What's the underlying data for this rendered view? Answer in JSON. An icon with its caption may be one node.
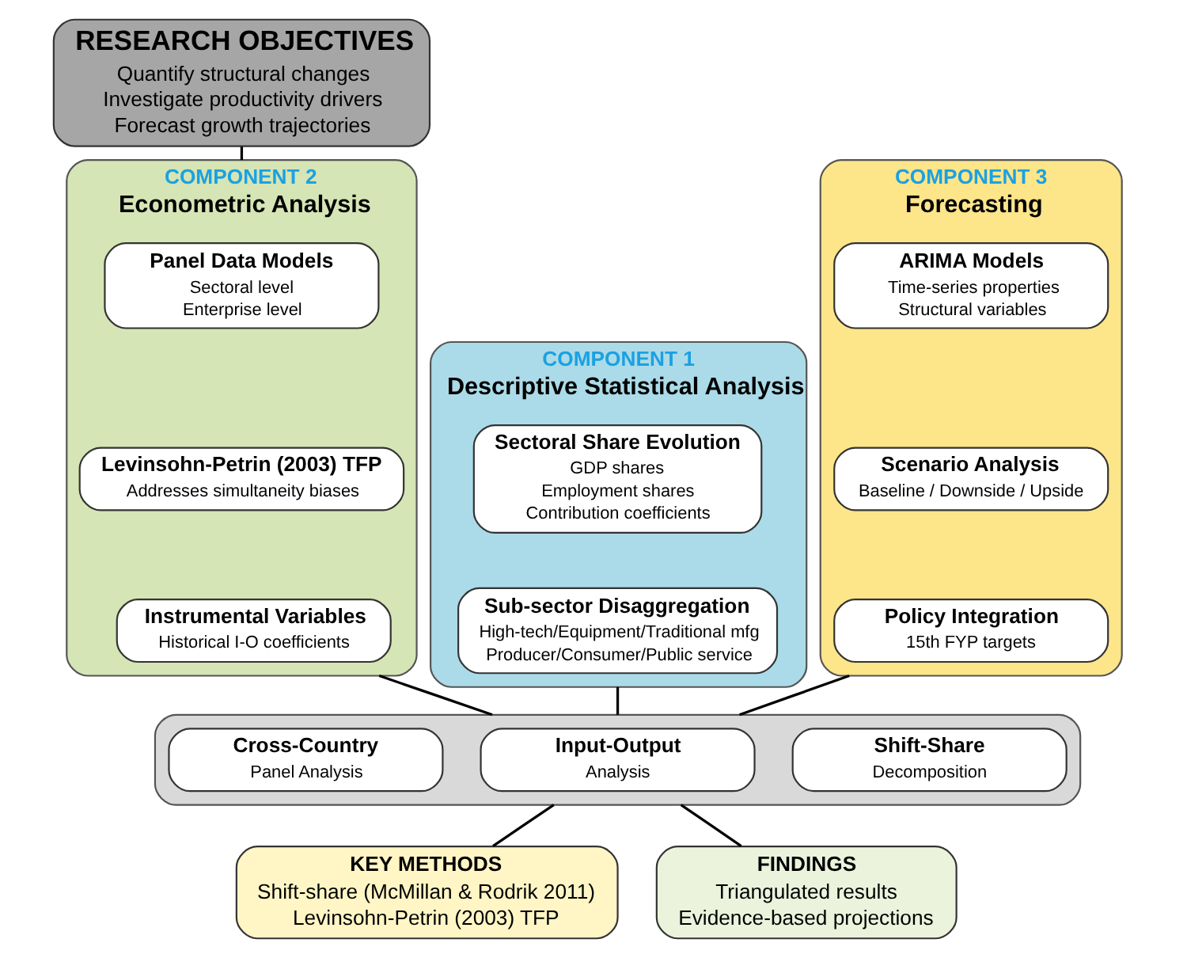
{
  "diagram": {
    "nodes": [
      {
        "text": [
          "RESEARCH OBJECTIVES",
          "Quantify structural changes",
          "Investigate productivity drivers",
          "Forecast growth trajectories"
        ]
      },
      {
        "text": [
          "COMPONENT 1",
          "Descriptive Statistical Analysis"
        ]
      },
      {
        "text": [
          "Sectoral Share Evolution",
          "GDP shares",
          "Employment shares",
          "Contribution coefficients"
        ],
        "in": 1
      },
      {
        "text": [
          "Sub-sector Disaggregation",
          "High-tech/Equipment/Traditional mfg",
          "Producer/Consumer/Public service"
        ],
        "in": 1
      },
      {
        "text": [
          "COMPONENT 2",
          "Econometric Analysis"
        ]
      },
      {
        "text": [
          "Panel Data Models",
          "Sectoral level",
          "Enterprise level"
        ],
        "in": 4
      },
      {
        "text": [
          "Levinsohn-Petrin (2003) TFP",
          "Addresses simultaneity biases"
        ],
        "in": 4
      },
      {
        "text": [
          "Instrumental Variables",
          "Historical I-O coefficients"
        ],
        "in": 4
      },
      {
        "text": [
          "COMPONENT 3",
          "Forecasting"
        ]
      },
      {
        "text": [
          "ARIMA Models",
          "Time-series properties",
          "Structural variables"
        ],
        "in": 8
      },
      {
        "text": [
          "Scenario Analysis",
          "Baseline / Downside / Upside"
        ],
        "in": 8
      },
      {
        "text": [
          "Policy Integration",
          "15th FYP targets"
        ],
        "in": 8
      },
      {
        "text": [],
        "shape": "box"
      },
      {
        "text": [
          "Shift-Share",
          "Decomposition"
        ],
        "in": 12
      },
      {
        "text": [
          "Input-Output",
          "Analysis"
        ],
        "in": 12
      },
      {
        "text": [
          "Cross-Country",
          "Panel Analysis"
        ],
        "in": 12
      },
      {
        "text": [
          "KEY METHODS",
          "Shift-share (McMillan & Rodrik 2011)",
          "Levinsohn-Petrin (2003) TFP"
        ]
      },
      {
        "text": [
          "FINDINGS",
          "Triangulated results",
          "Evidence-based projections"
        ]
      }
    ],
    "edges": [
      {
        "from": 0,
        "to": 4,
        "arrow": "none"
      },
      {
        "from": 1,
        "to": 12,
        "arrow": "none"
      },
      {
        "from": 4,
        "to": 12,
        "arrow": "none"
      },
      {
        "from": 8,
        "to": 12,
        "arrow": "none"
      },
      {
        "from": 12,
        "to": 16,
        "arrow": "none"
      },
      {
        "from": 12,
        "to": 17,
        "arrow": "none"
      }
    ]
  }
}
